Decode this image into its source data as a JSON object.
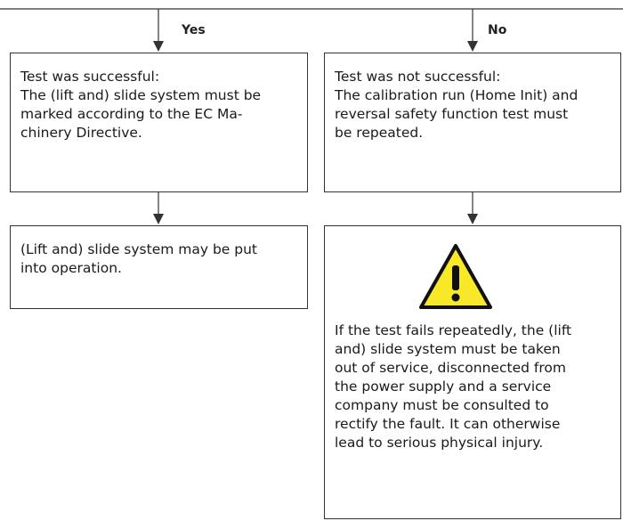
{
  "branches": {
    "yes": {
      "label": "Yes"
    },
    "no": {
      "label": "No"
    }
  },
  "boxes": {
    "success": {
      "text": "Test was successful:\nThe (lift and) slide system must be\nmarked according to the EC Ma-\nchinery Directive."
    },
    "not_success": {
      "text": "Test was not successful:\nThe calibration run (Home Init) and\nreversal safety function test must\nbe repeated."
    },
    "operation": {
      "text": "(Lift and) slide system may be put\ninto operation."
    },
    "warning": {
      "icon": "warning-triangle-icon",
      "text": "If the test fails repeatedly, the (lift\nand) slide system must be taken\nout of service, disconnected from\nthe power supply and a service\ncompany must be consulted to\nrectify the fault. It can otherwise\nlead to serious physical injury."
    }
  },
  "colors": {
    "warning_fill": "#f7e928",
    "line": "#333333"
  }
}
